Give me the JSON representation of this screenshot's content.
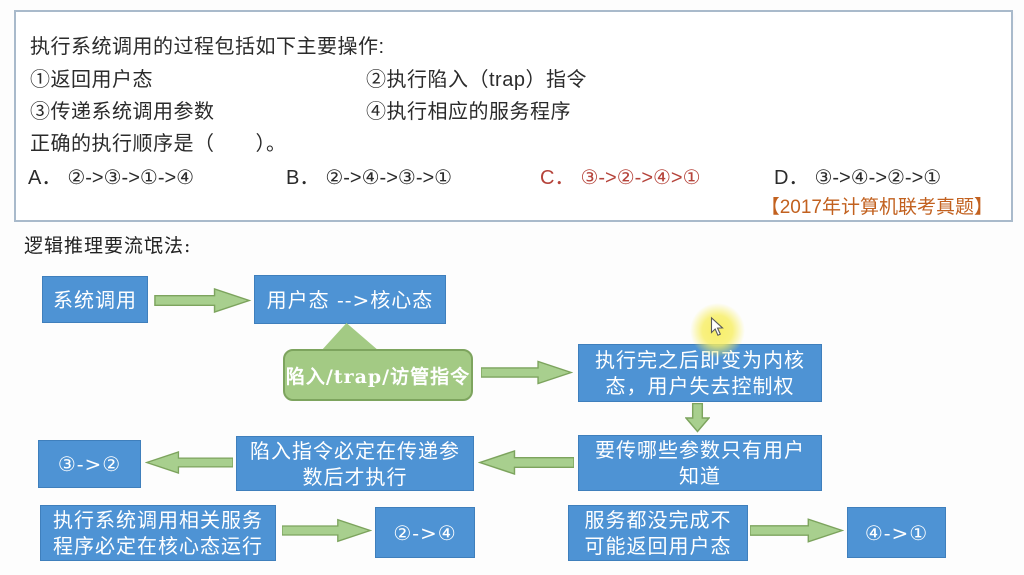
{
  "slide": {
    "question": {
      "title": "执行系统调用的过程包括如下主要操作:",
      "items": [
        "①返回用户态",
        "②执行陷入（trap）指令",
        "③传递系统调用参数",
        "④执行相应的服务程序"
      ],
      "prompt": "正确的执行顺序是（　　）。",
      "options": [
        {
          "key": "A．",
          "value": "②->③->①->④"
        },
        {
          "key": "B．",
          "value": "②->④->③->①"
        },
        {
          "key": "C．",
          "value": "③->②->④>①"
        },
        {
          "key": "D．",
          "value": "③->④->②->①"
        }
      ],
      "correct_option": "C",
      "source": "【2017年计算机联考真题】"
    },
    "subtitle": "逻辑推理要流氓法:",
    "flowchart": {
      "b1": "系统调用",
      "b2": "用户态 -->核心态",
      "callout": "陷入/trap/访管指令",
      "b3": [
        "执行完之后即变为内核",
        "态，用户失去控制权"
      ],
      "b4": [
        "要传哪些参数只有用户",
        "知道"
      ],
      "b5": [
        "陷入指令必定在传递参",
        "数后才执行"
      ],
      "b6": "③->②",
      "b7": [
        "执行系统调用相关服务",
        "程序必定在核心态运行"
      ],
      "b8": "②->④",
      "b9": [
        "服务都没完成不",
        "可能返回用户态"
      ],
      "b10": "④->①"
    },
    "colors": {
      "box_blue": "#4e93d4",
      "arrow_green": "#a8cf8e",
      "callout_green": "#a3ca84",
      "answer_red": "#b5433a",
      "source_orange": "#c2611f",
      "panel_border": "#a9bacb"
    }
  }
}
